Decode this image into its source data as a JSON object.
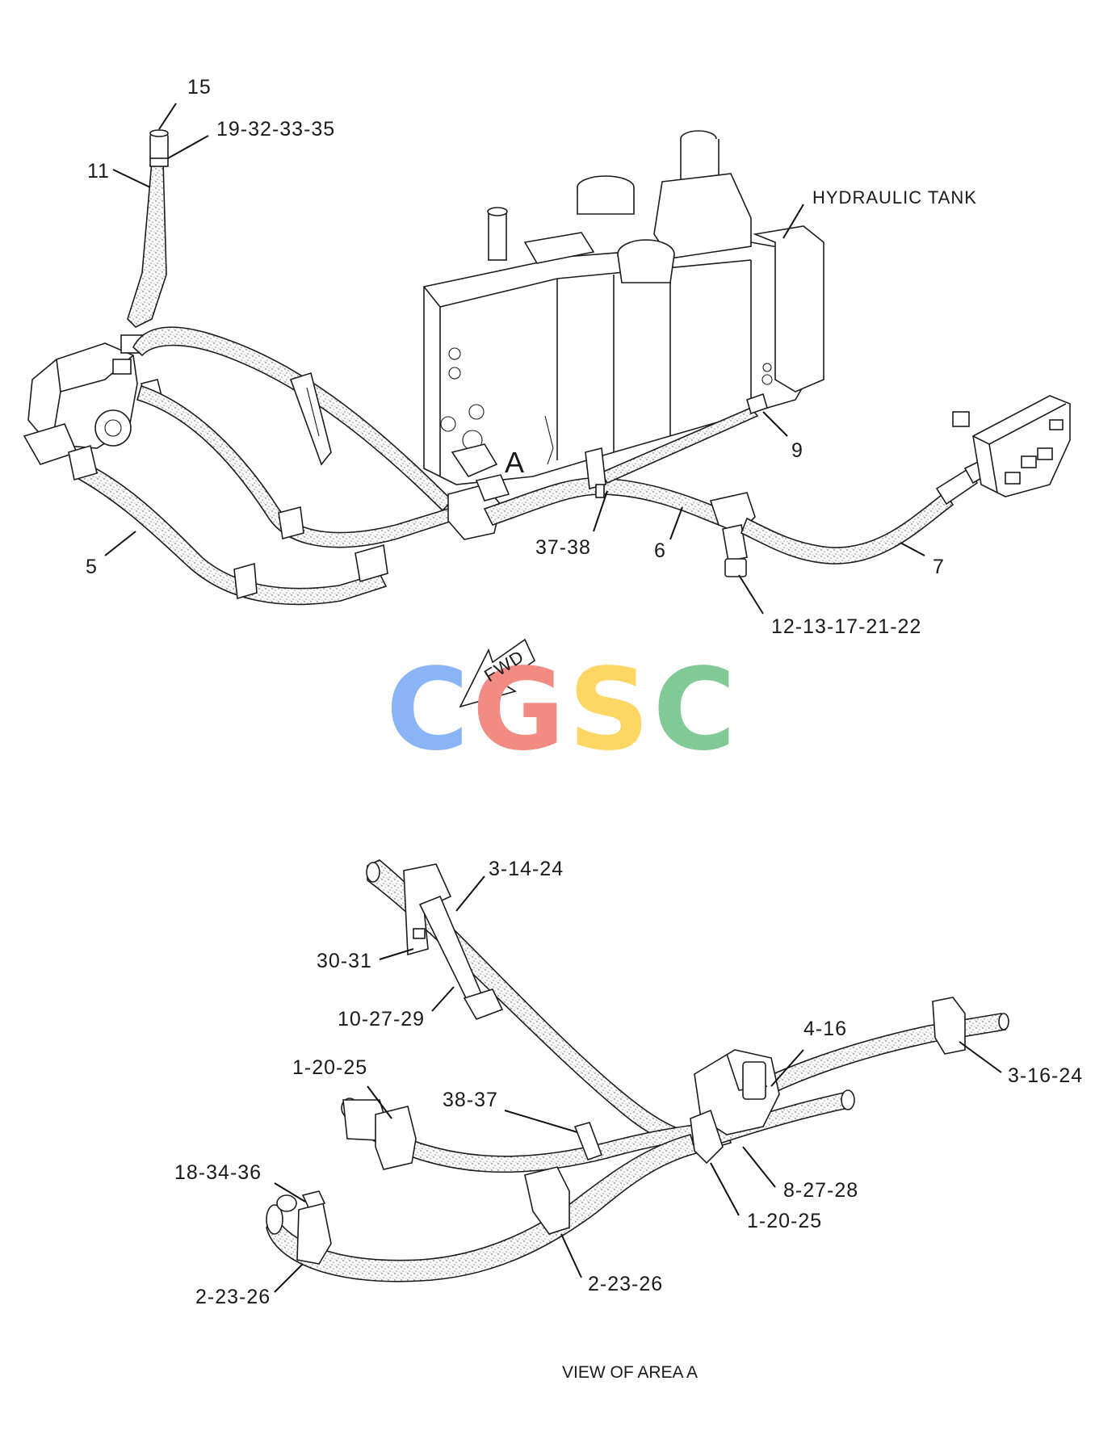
{
  "top_view": {
    "labels": {
      "item_15": "15",
      "item_19": "19-32-33-35",
      "item_11": "11",
      "hydraulic_tank": "HYDRAULIC TANK",
      "area_a": "A",
      "item_9": "9",
      "item_5": "5",
      "item_37": "37-38",
      "item_6": "6",
      "item_7": "7",
      "item_12": "12-13-17-21-22"
    },
    "fwd_arrow": "FWD"
  },
  "watermark": {
    "letters": [
      "C",
      "G",
      "S",
      "C"
    ],
    "colors": [
      "#8ab4f8",
      "#f28b82",
      "#fdd663",
      "#81c995"
    ]
  },
  "bottom_view": {
    "labels": {
      "item_3_14_24": "3-14-24",
      "item_30_31": "30-31",
      "item_10_27_29": "10-27-29",
      "item_4_16": "4-16",
      "item_3_16_24": "3-16-24",
      "item_1_20_25_left": "1-20-25",
      "item_38_37": "38-37",
      "item_18_34_36": "18-34-36",
      "item_8_27_28": "8-27-28",
      "item_1_20_25_right": "1-20-25",
      "item_2_23_26_left": "2-23-26",
      "item_2_23_26_right": "2-23-26"
    },
    "caption": "VIEW OF AREA A"
  }
}
